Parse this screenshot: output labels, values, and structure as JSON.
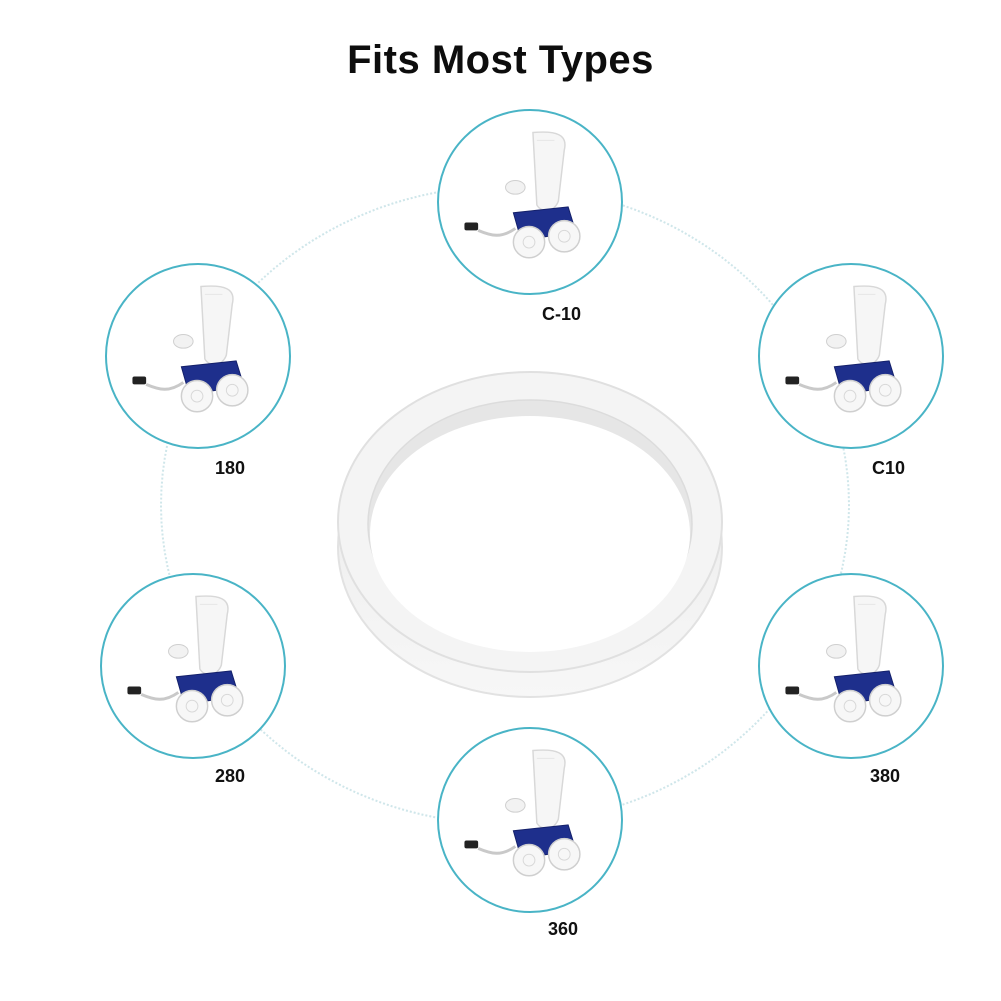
{
  "title": "Fits Most Types",
  "product": {
    "icon": "replacement-tire-ring",
    "color": "#f1f1f1"
  },
  "accent_color": "#49b4c6",
  "models": [
    {
      "label": "C-10",
      "icon": "pool-cleaner-icon"
    },
    {
      "label": "180",
      "icon": "pool-cleaner-icon"
    },
    {
      "label": "C10",
      "icon": "pool-cleaner-icon"
    },
    {
      "label": "280",
      "icon": "pool-cleaner-icon"
    },
    {
      "label": "380",
      "icon": "pool-cleaner-icon"
    },
    {
      "label": "360",
      "icon": "pool-cleaner-icon"
    }
  ]
}
